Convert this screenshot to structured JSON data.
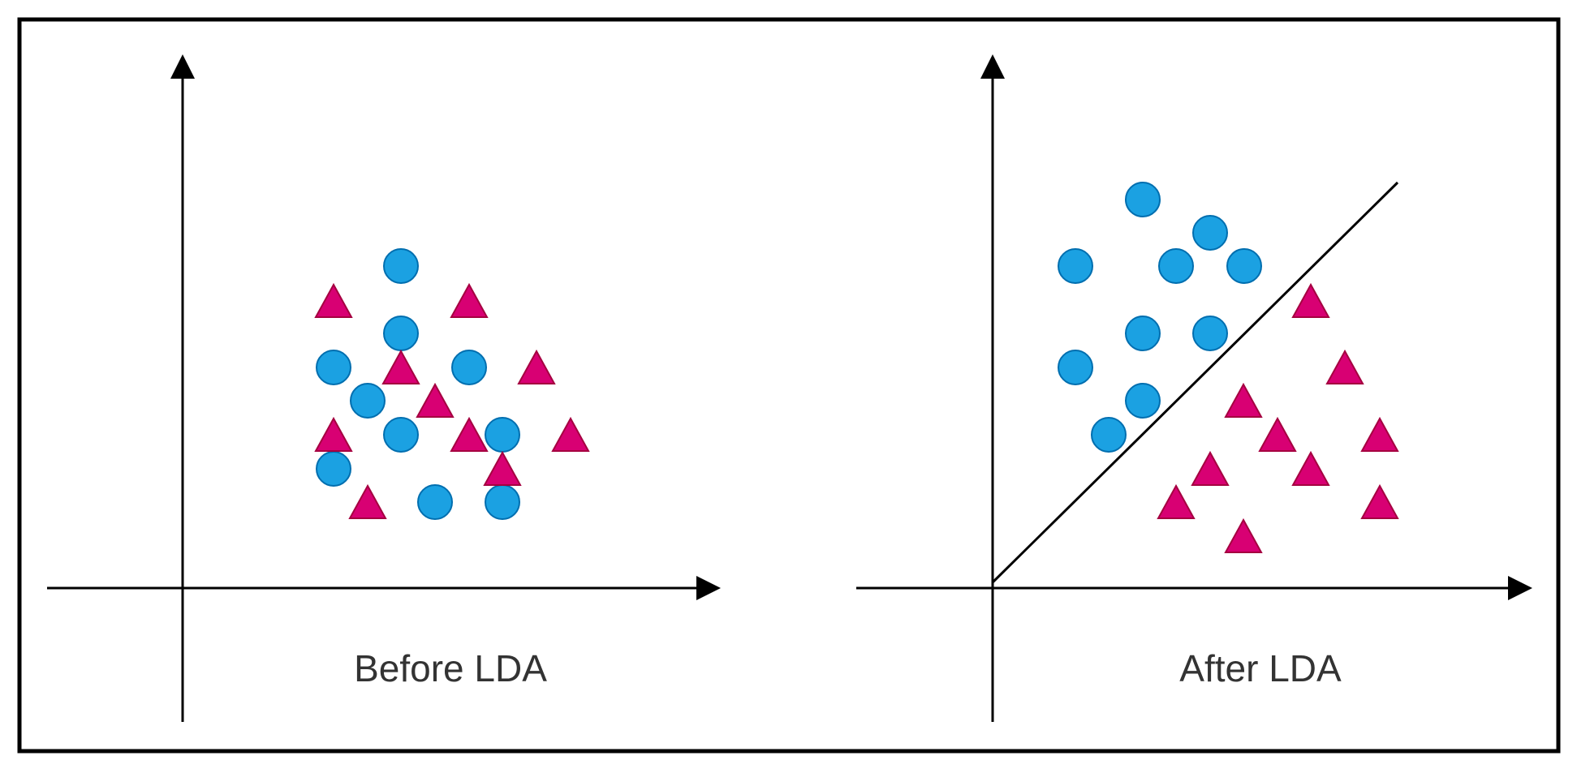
{
  "colors": {
    "frame": "#000000",
    "axis": "#000000",
    "circle_fill": "#1ba1e2",
    "circle_stroke": "#006eaf",
    "triangle_fill": "#d80073",
    "triangle_stroke": "#a50040",
    "caption_text": "#333333"
  },
  "shapes": {
    "class_a": "circle",
    "class_b": "triangle"
  },
  "panels": [
    {
      "id": "before",
      "caption": "Before LDA",
      "has_separator": false
    },
    {
      "id": "after",
      "caption": "After LDA",
      "has_separator": true
    }
  ]
}
